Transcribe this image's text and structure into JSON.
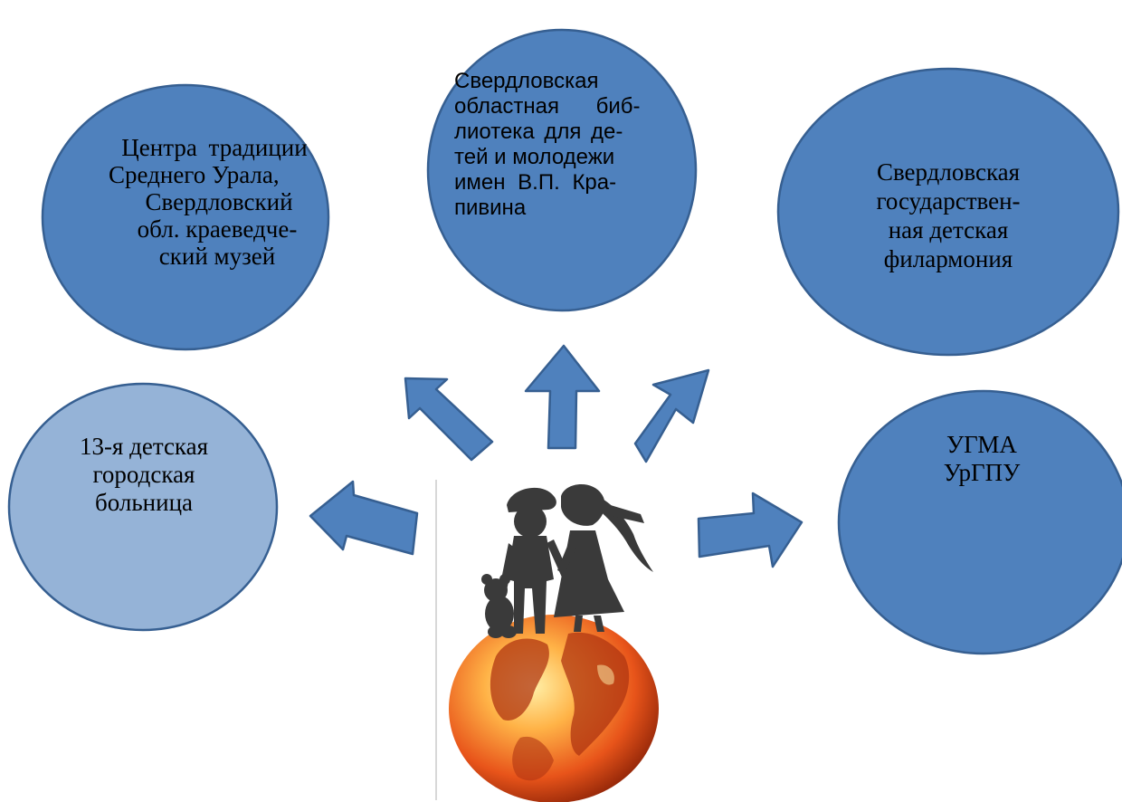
{
  "nodes": {
    "center_tradition": {
      "lines": [
        "Центра традиции",
        "Среднего Урала,",
        "Свердловский",
        "обл. краеведче-",
        "ский музей"
      ]
    },
    "library": {
      "lines": [
        "Свердловская",
        "областная биб-",
        "лиотека для де-",
        "тей и молодежи",
        "имен В.П. Кра-",
        "пивина"
      ]
    },
    "philharmonic": {
      "lines": [
        "Свердловская",
        "государствен-",
        "ная детская",
        "филармония"
      ]
    },
    "hospital": {
      "lines": [
        "13-я детская",
        "городская",
        "больница"
      ]
    },
    "universities": {
      "lines": [
        "УГМА",
        "УрГПУ"
      ]
    }
  },
  "colors": {
    "node_fill": "#4f81bd",
    "node_stroke": "#365f91",
    "node_light_fill": "#95b3d7",
    "arrow_fill": "#4f81bd",
    "arrow_stroke": "#365f91",
    "ocean_light": "#ffb347",
    "ocean_dark": "#e8541a",
    "land": "#b03512",
    "silhouette": "#3a3a3a"
  },
  "icons": {
    "center_image": "children-on-globe-icon"
  }
}
